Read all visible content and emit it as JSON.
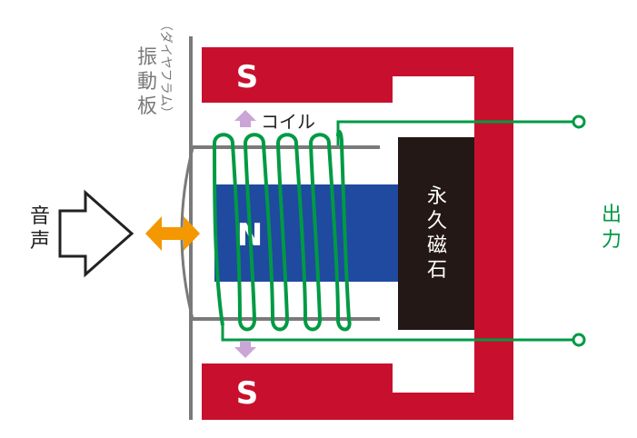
{
  "labels": {
    "sound": [
      "音",
      "声"
    ],
    "diaphragm_name": [
      "振",
      "動",
      "板"
    ],
    "diaphragm_reading": "（ダイヤフラム）",
    "coil": "コイル",
    "magnet_text": [
      "永",
      "久",
      "磁",
      "石"
    ],
    "pole_north": "N",
    "pole_south_top": "S",
    "pole_south_bottom": "S",
    "output": [
      "出",
      "力"
    ]
  },
  "colors": {
    "south_pole": "#c8102e",
    "north_pole": "#1f4aa0",
    "magnet": "#231815",
    "coil": "#009a44",
    "output_text": "#009a44",
    "vibration_arrow": "#f39800",
    "motion_arrow": "#c9a6d6",
    "diaphragm": "#7a7a7a",
    "text": "#222222"
  },
  "icons": {
    "sound_arrow": "outline-right-arrow-icon",
    "vibration": "double-headed-horizontal-arrow-icon",
    "coil_motion_up": "up-arrow-icon",
    "coil_motion_down": "down-arrow-icon",
    "terminal": "open-circle-terminal-icon"
  }
}
